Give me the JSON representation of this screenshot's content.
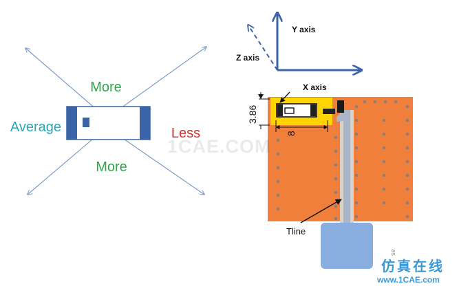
{
  "left_diagram": {
    "label_top": "More",
    "label_bottom": "More",
    "label_left": "Average",
    "label_right": "Less",
    "colors": {
      "more": "#2aa84a",
      "average": "#2aa6b8",
      "less": "#d0322f",
      "component": "#3a63a8",
      "arrow": "#7f9cc4"
    }
  },
  "axes": {
    "y_label": "Y axis",
    "z_label": "Z axis",
    "x_label": "X  axis",
    "color": "#3a63a8"
  },
  "board": {
    "dimension_height": "3.86",
    "dimension_width": "8",
    "tline_label": "Tline",
    "colors": {
      "board": "#f07f3c",
      "highlight": "#ffd400",
      "trace": "#aab5c8",
      "pad": "#88aee0",
      "via": "#8a7f7a"
    }
  },
  "watermark": {
    "text": "1CAE.COM",
    "corner_chinese": "仿真在线",
    "corner_url": "www.1CAE.com",
    "corner_vertical": "se"
  }
}
